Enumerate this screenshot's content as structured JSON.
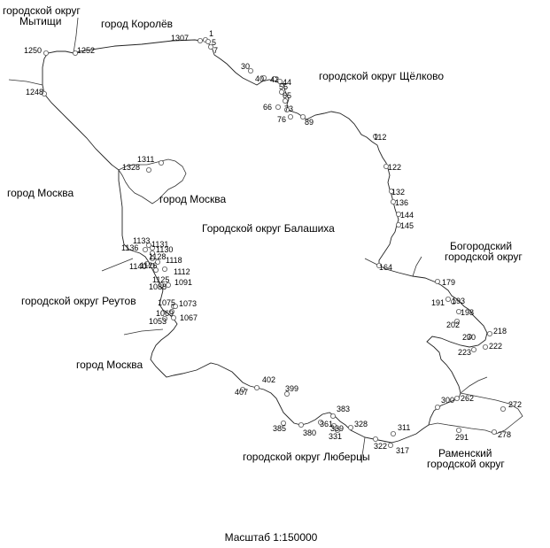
{
  "scale_label": "Масштаб 1:150000",
  "regions": [
    {
      "lines": [
        "городской округ",
        "Мытищи"
      ]
    },
    {
      "lines": [
        "город Королёв"
      ]
    },
    {
      "lines": [
        "городской округ Щёлково"
      ]
    },
    {
      "lines": [
        "город Москва"
      ]
    },
    {
      "lines": [
        "город Москва"
      ]
    },
    {
      "lines": [
        "Городской округ Балашиха"
      ]
    },
    {
      "lines": [
        "Богородский",
        "городской округ"
      ]
    },
    {
      "lines": [
        "городской округ Реутов"
      ]
    },
    {
      "lines": [
        "город Москва"
      ]
    },
    {
      "lines": [
        "городской округ Люберцы"
      ]
    },
    {
      "lines": [
        "Раменский",
        "городской округ"
      ]
    }
  ],
  "points": [
    "1307",
    "1",
    "5",
    "7",
    "30",
    "40",
    "42",
    "44",
    "55",
    "65",
    "66",
    "73",
    "76",
    "89",
    "112",
    "122",
    "132",
    "136",
    "144",
    "145",
    "164",
    "179",
    "191",
    "193",
    "198",
    "202",
    "218",
    "230",
    "223",
    "222",
    "262",
    "272",
    "300",
    "291",
    "278",
    "311",
    "317",
    "322",
    "328",
    "331",
    "339",
    "383",
    "361",
    "380",
    "385",
    "399",
    "402",
    "407",
    "1053",
    "1067",
    "1069",
    "1073",
    "1075",
    "1091",
    "1088",
    "1112",
    "1125",
    "1126",
    "1118",
    "1140",
    "1128",
    "1136",
    "1133",
    "1131",
    "1130",
    "1311",
    "1328",
    "1248",
    "1250",
    "1252"
  ]
}
